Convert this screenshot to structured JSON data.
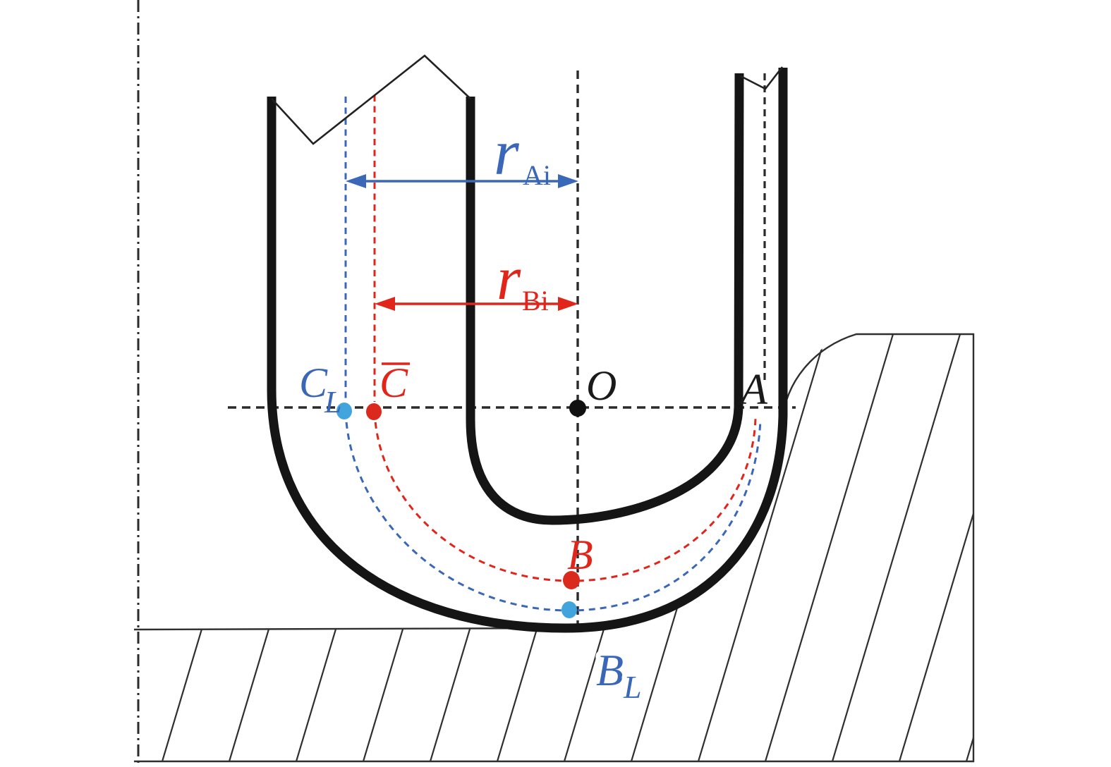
{
  "labels": {
    "rAi": {
      "base": "r",
      "sub": "Ai"
    },
    "rBi": {
      "base": "r",
      "sub": "Bi"
    },
    "CL": {
      "base": "C",
      "sub": "L"
    },
    "Cbar": {
      "base": "C"
    },
    "O": {
      "base": "O"
    },
    "A": {
      "base": "A"
    },
    "B": {
      "base": "B"
    },
    "BL": {
      "base": "B",
      "sub": "L"
    }
  },
  "colors": {
    "blue": "#3a67b8",
    "light_blue_dot": "#42a4dc",
    "red": "#e1251b",
    "red_dot": "#da2a1e",
    "black": "#1a1a1a"
  }
}
